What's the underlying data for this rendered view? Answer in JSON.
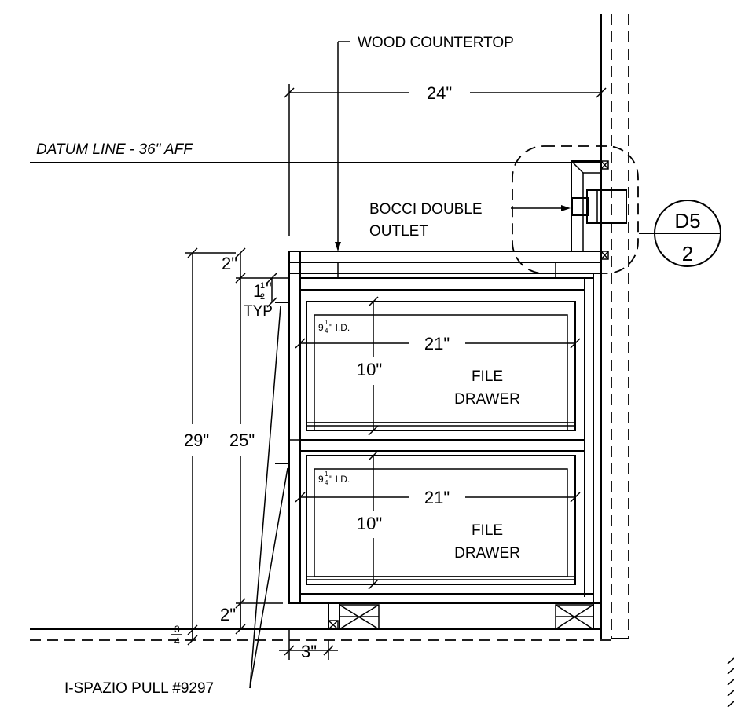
{
  "labels": {
    "wood_countertop": "WOOD COUNTERTOP",
    "datum_line": "DATUM LINE - 36\" AFF",
    "outlet_line1": "BOCCI DOUBLE",
    "outlet_line2": "OUTLET",
    "pull": "I-SPAZIO PULL #9297",
    "typ": "TYP"
  },
  "callout": {
    "detail": "D5",
    "sheet": "2"
  },
  "dimensions": {
    "top_width": "24\"",
    "height_29": "29\"",
    "height_25": "25\"",
    "gap_top": "2\"",
    "gap_bottom": "2\"",
    "reveal_whole": "1",
    "reveal_num": "1",
    "reveal_den": "2",
    "reveal_quote": "\"",
    "base_num": "3",
    "base_den": "4",
    "base_quote": "\"",
    "setback": "3\""
  },
  "drawers": [
    {
      "id_whole": "9",
      "id_num": "1",
      "id_den": "4",
      "id_text": "\" I.D.",
      "width": "21\"",
      "depth": "10\"",
      "label_line1": "FILE",
      "label_line2": "DRAWER"
    },
    {
      "id_whole": "9",
      "id_num": "1",
      "id_den": "4",
      "id_text": "\" I.D.",
      "width": "21\"",
      "depth": "10\"",
      "label_line1": "FILE",
      "label_line2": "DRAWER"
    }
  ]
}
